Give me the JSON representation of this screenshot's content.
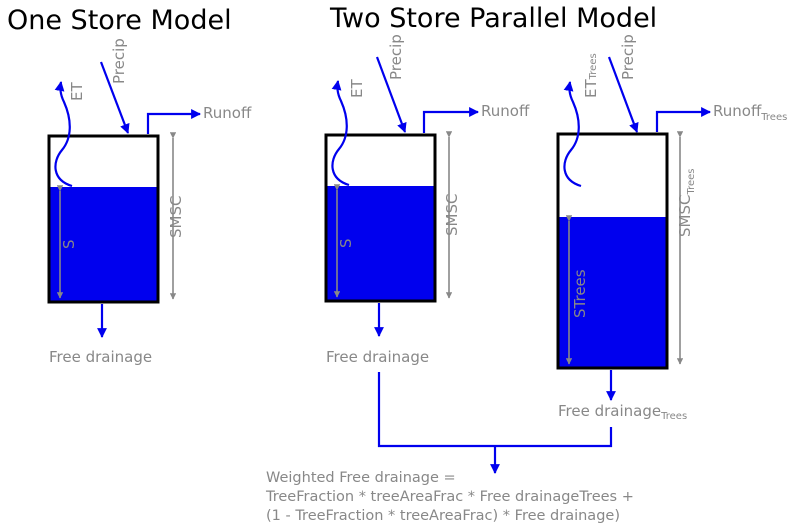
{
  "titles": {
    "one_store": "One Store Model",
    "two_store": "Two Store Parallel Model"
  },
  "one_store": {
    "et": "ET",
    "precip": "Precip",
    "runoff": "Runoff",
    "smsc": "SMSC",
    "storage": "S",
    "drainage": "Free drainage"
  },
  "two_store_grass": {
    "et": "ET",
    "precip": "Precip",
    "runoff": "Runoff",
    "smsc": "SMSC",
    "storage": "S",
    "drainage": "Free drainage"
  },
  "two_store_trees": {
    "et": "ET",
    "et_sub": "Trees",
    "precip": "Precip",
    "runoff": "Runoff",
    "runoff_sub": "Trees",
    "smsc": "SMSC",
    "smsc_sub": "Trees",
    "storage": "STrees",
    "drainage": "Free drainage",
    "drainage_sub": "Trees"
  },
  "formula": {
    "line1": "Weighted Free drainage  =",
    "line2": "TreeFraction * treeAreaFrac * Free drainageTrees +",
    "line3": " (1 - TreeFraction * treeAreaFrac) * Free drainage)"
  },
  "colors": {
    "water": "#0000ee",
    "arrow": "#0000ee",
    "label": "#888888",
    "outline": "#000000"
  }
}
